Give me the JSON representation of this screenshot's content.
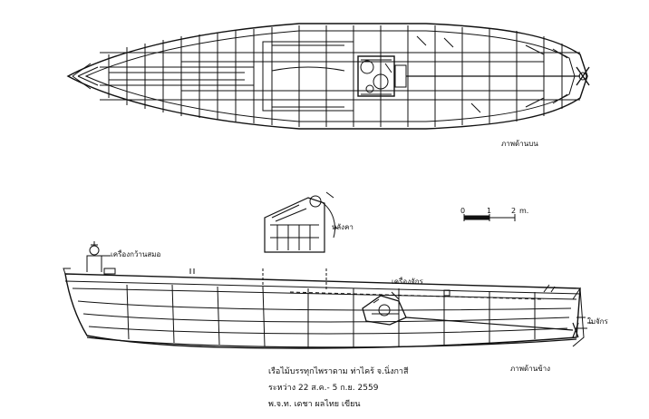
{
  "labels": {
    "top_view": "ภาพด้านบน",
    "side_view": "ภาพด้านข้าง",
    "winch": "เครื่องกว้านสมอ",
    "sail": "หลังคา",
    "engine": "เครื่องจักร",
    "propeller": "ใบจักร"
  },
  "scale": {
    "zero": "0",
    "one": "1",
    "two": "2",
    "unit": "m."
  },
  "caption": {
    "line1": "เรือไม้บรรทุกไพราดาม ท่าไคร้ จ.นิ่งกาสี",
    "line2": "ระหว่าง 22 ส.ค.- 5 ก.ย. 2559",
    "line3": "พ.จ.ท. เดชา ผลไทย เขียน"
  }
}
